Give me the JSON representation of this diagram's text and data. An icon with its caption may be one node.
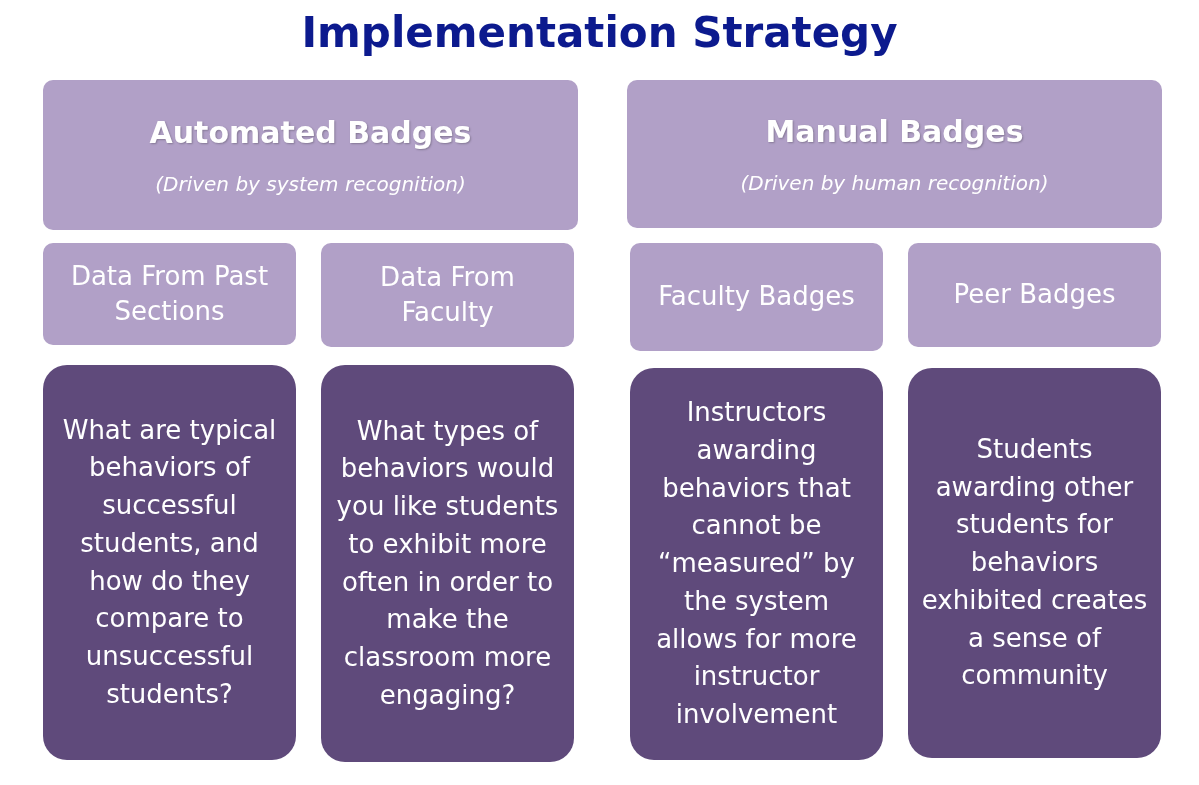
{
  "diagram": {
    "title": "Implementation Strategy",
    "nodes": [
      {
        "text": [
          "Automated Badges",
          "(Driven by system recognition)"
        ]
      },
      {
        "text": [
          "Manual Badges",
          "(Driven by human recognition)"
        ]
      },
      {
        "text": [
          "Data From Past Sections"
        ]
      },
      {
        "text": [
          "Data From Faculty"
        ]
      },
      {
        "text": [
          "Faculty Badges"
        ]
      },
      {
        "text": [
          "Peer Badges"
        ]
      },
      {
        "text": [
          "What are typical behaviors of successful students, and how do they compare to unsuccessful students?"
        ]
      },
      {
        "text": [
          "What types of behaviors would you like students to exhibit more often in order to make the classroom more engaging?"
        ]
      },
      {
        "text": [
          "Instructors awarding behaviors that cannot be “measured” by the system allows for more instructor involvement"
        ]
      },
      {
        "text": [
          "Students awarding other students for behaviors exhibited creates a sense of community"
        ]
      }
    ],
    "edges": []
  }
}
